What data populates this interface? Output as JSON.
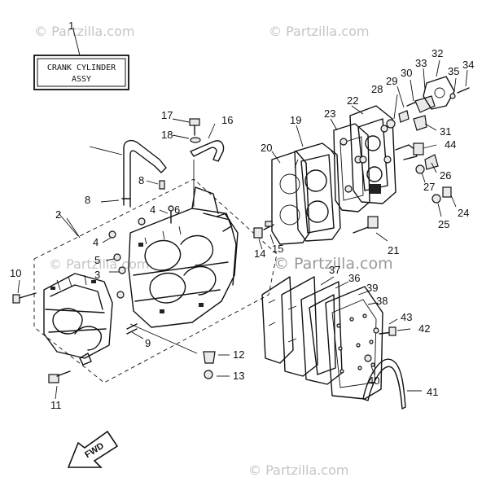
{
  "watermarks": [
    "© Partzilla.com",
    "© Partzilla.com",
    "© Partzilla.com",
    "© Partzilla.com",
    "© Partzilla.com"
  ],
  "assembly_box": {
    "line1": "CRANK CYLINDER",
    "line2": "ASSY"
  },
  "direction_label": "FWD",
  "callouts": [
    "1",
    "2",
    "3",
    "4",
    "4",
    "5",
    "6",
    "8",
    "8",
    "9",
    "10",
    "11",
    "12",
    "13",
    "14",
    "15",
    "16",
    "17",
    "18",
    "19",
    "20",
    "21",
    "22",
    "23",
    "24",
    "25",
    "26",
    "27",
    "28",
    "29",
    "30",
    "31",
    "32",
    "33",
    "34",
    "35",
    "36",
    "37",
    "38",
    "39",
    "40",
    "41",
    "42",
    "43",
    "44"
  ]
}
